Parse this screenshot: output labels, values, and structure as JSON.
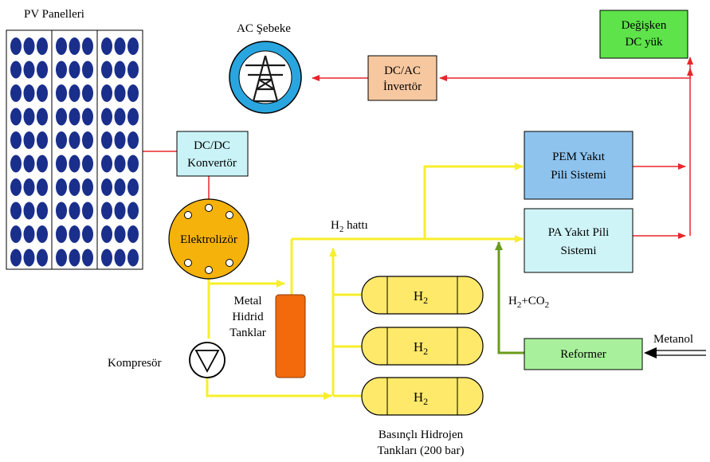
{
  "labels": {
    "pv_panels": "PV Panelleri",
    "ac_grid": "AC Şebeke",
    "variable_load": [
      "Değişken",
      "DC yük"
    ],
    "inverter": [
      "DC/AC",
      "İnvertör"
    ],
    "converter": [
      "DC/DC",
      "Konvertör"
    ],
    "pem": [
      "PEM Yakıt",
      "Pili Sistemi"
    ],
    "pa": [
      "PA Yakıt Pili",
      "Sistemi"
    ],
    "electrolyzer": "Elektrolizör",
    "h2_line": {
      "base": "H",
      "sub": "2",
      "rest": " hattı"
    },
    "metal_hydride": [
      "Metal",
      "Hidrid",
      "Tanklar"
    ],
    "compressor": "Kompresör",
    "h2_co2": {
      "a": "H",
      "sub1": "2",
      "b": "+CO",
      "sub2": "2"
    },
    "methanol": "Metanol",
    "reformer": "Reformer",
    "tank": {
      "base": "H",
      "sub": "2"
    },
    "pressure_tanks": [
      "Basınçlı Hidrojen",
      "Tankları (200 bar)"
    ]
  },
  "colors": {
    "panel_cell": "#1a2f8c",
    "electric_line": "#e8262b",
    "h2_line": "#f7ef2a",
    "reformer_line": "#6b9b1e",
    "ac_grid_fill": "#29a6df",
    "variable_load_fill": "#5ee34a",
    "inverter_fill": "#f7c8a0",
    "converter_fill": "#c9f3f7",
    "pem_fill": "#8ec3ee",
    "pa_fill": "#cff4f8",
    "electrolyzer_fill": "#f5b20b",
    "metal_hydride_fill": "#f26a0c",
    "tank_fill": "#ffe96b",
    "reformer_fill": "#a9f09c"
  }
}
